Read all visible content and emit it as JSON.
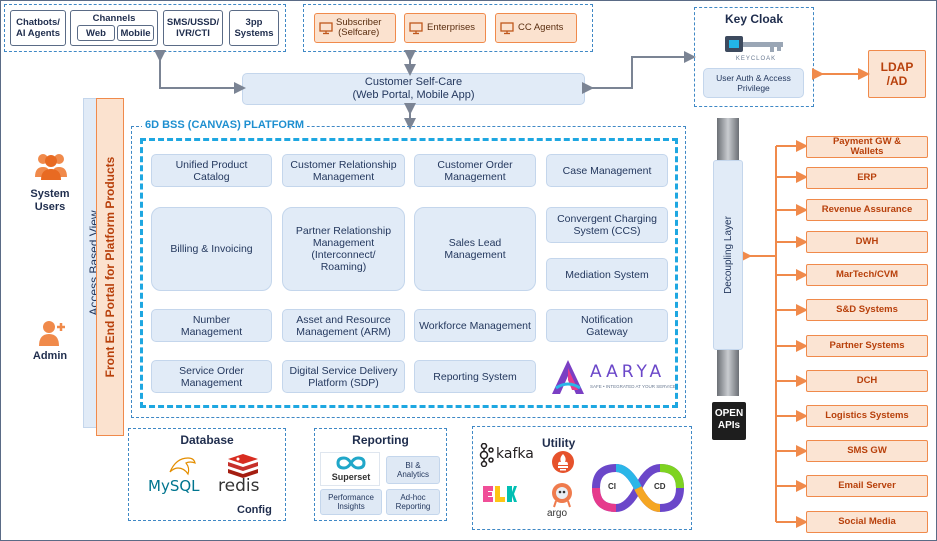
{
  "top_left": {
    "chatbots": "Chatbots/\nAI Agents",
    "channels_title": "Channels",
    "web": "Web",
    "mobile": "Mobile",
    "ivr": "SMS/USSD/\nIVR/CTI",
    "pp_systems": "3pp\nSystems"
  },
  "top_mid": {
    "subscriber": "Subscriber\n(Selfcare)",
    "enterprises": "Enterprises",
    "cc_agents": "CC Agents"
  },
  "keycloak": {
    "title": "Key Cloak",
    "logo_text": "KEYCLOAK",
    "auth": "User Auth & Access\nPrivilege"
  },
  "ldap": "LDAP\n/AD",
  "self_care": "Customer Self-Care\n(Web Portal, Mobile App)",
  "platform_title": "6D BSS (CANVAS) PLATFORM",
  "modules": {
    "upc": "Unified Product\nCatalog",
    "crm": "Customer Relationship\nManagement",
    "com": "Customer Order\nManagement",
    "case": "Case Management",
    "billing": "Billing & Invoicing",
    "prm": "Partner Relationship\nManagement\n(Interconnect/\nRoaming)",
    "sales": "Sales Lead\nManagement",
    "ccs": "Convergent Charging\nSystem (CCS)",
    "mediation": "Mediation System",
    "number": "Number\nManagement",
    "arm": "Asset and Resource\nManagement (ARM)",
    "wfm": "Workforce Management",
    "notify": "Notification\nGateway",
    "som": "Service Order\nManagement",
    "sdp": "Digital Service Delivery\nPlatform (SDP)",
    "reporting": "Reporting System"
  },
  "aarya": {
    "name": "AARYA",
    "tagline": "SAFE • INTEGRATED AT YOUR SERVICE"
  },
  "left": {
    "system_users": "System\nUsers",
    "admin": "Admin",
    "access_view": "Access Based View",
    "front_end": "Front End Portal for Platform Products"
  },
  "decoupling": "Decoupling Layer",
  "open_apis": "OPEN\nAPIs",
  "external": [
    "Payment GW &\nWallets",
    "ERP",
    "Revenue Assurance",
    "DWH",
    "MarTech/CVM",
    "S&D Systems",
    "Partner Systems",
    "DCH",
    "Logistics Systems",
    "SMS GW",
    "Email Server",
    "Social Media"
  ],
  "database": {
    "title": "Database",
    "mysql": "MySQL",
    "redis": "redis",
    "config": "Config"
  },
  "reporting": {
    "title": "Reporting",
    "superset": "Superset",
    "bi": "BI &\nAnalytics",
    "perf": "Performance\nInsights",
    "adhoc": "Ad-hoc\nReporting"
  },
  "utility": {
    "title": "Utility",
    "kafka": "kafka",
    "elk": "elk",
    "argo": "argo",
    "ci": "CI",
    "cd": "CD"
  },
  "colors": {
    "accent_orange": "#f08a4b",
    "accent_blue": "#1ea7e1",
    "box_fill": "#e1ebf7"
  }
}
